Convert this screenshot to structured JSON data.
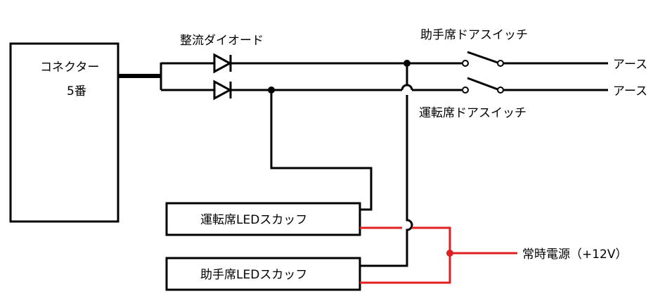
{
  "colors": {
    "wire": "#000000",
    "power_wire": "#e02020",
    "background": "#ffffff"
  },
  "connector": {
    "line1": "コネクター",
    "line2": "5番"
  },
  "diode": {
    "label": "整流ダイオード"
  },
  "passenger_switch": {
    "label": "助手席ドアスイッチ"
  },
  "driver_switch": {
    "label": "運転席ドアスイッチ"
  },
  "ground_top": {
    "label": "アース"
  },
  "ground_bottom": {
    "label": "アース"
  },
  "driver_scuff": {
    "label": "運転席LEDスカッフ"
  },
  "passenger_scuff": {
    "label": "助手席LEDスカッフ"
  },
  "power": {
    "label": "常時電源（+12V）"
  }
}
